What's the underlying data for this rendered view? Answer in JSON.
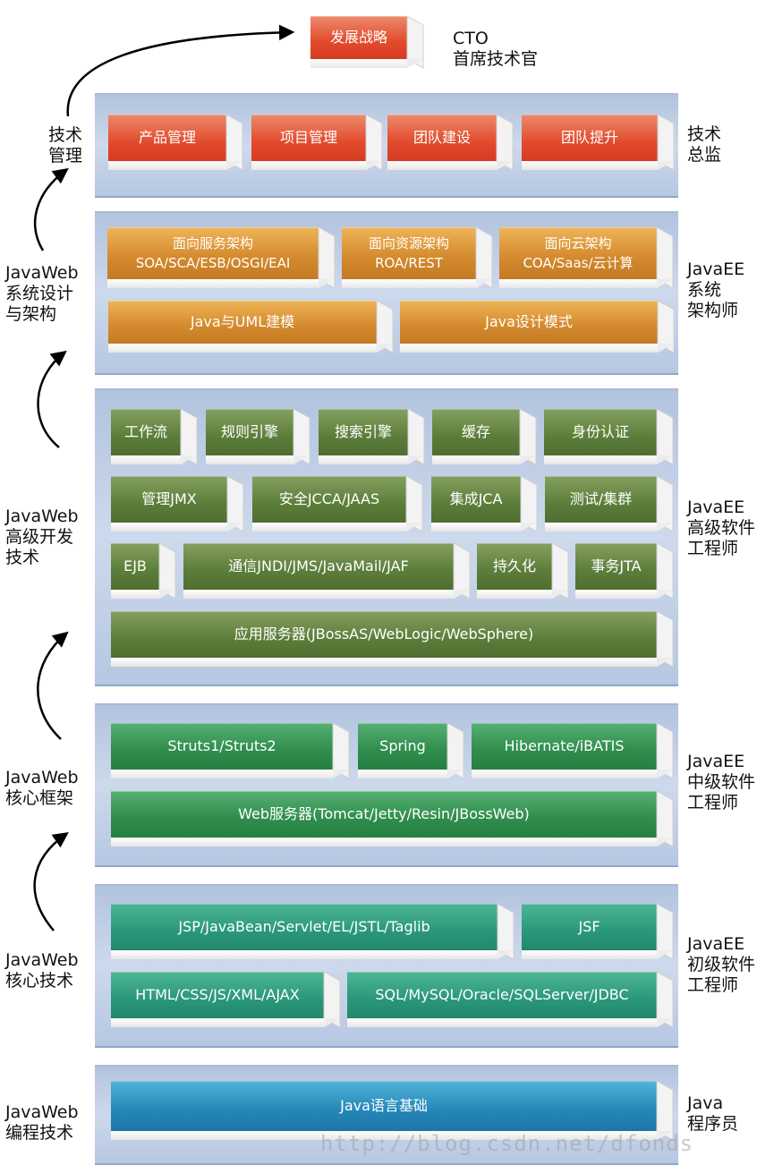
{
  "top": {
    "box": "发展战略",
    "role": [
      "CTO",
      "首席技术官"
    ]
  },
  "layers": [
    {
      "id": "director",
      "left_label": [
        "技术",
        "管理"
      ],
      "right_label": [
        "技术",
        "总监"
      ],
      "boxes": [
        {
          "text": [
            "产品管理"
          ]
        },
        {
          "text": [
            "项目管理"
          ]
        },
        {
          "text": [
            "团队建设"
          ]
        },
        {
          "text": [
            "团队提升"
          ]
        }
      ]
    },
    {
      "id": "architect",
      "left_label": [
        "JavaWeb",
        "系统设计",
        "与架构"
      ],
      "right_label": [
        "JavaEE",
        "系统",
        "架构师"
      ],
      "boxes": [
        {
          "text": [
            "面向服务架构",
            "SOA/SCA/ESB/OSGI/EAI"
          ]
        },
        {
          "text": [
            "面向资源架构",
            "ROA/REST"
          ]
        },
        {
          "text": [
            "面向云架构",
            "COA/Saas/云计算"
          ]
        },
        {
          "text": [
            "Java与UML建模"
          ]
        },
        {
          "text": [
            "Java设计模式"
          ]
        }
      ]
    },
    {
      "id": "senior",
      "left_label": [
        "JavaWeb",
        "高级开发",
        "技术"
      ],
      "right_label": [
        "JavaEE",
        "高级软件",
        "工程师"
      ],
      "boxes": [
        {
          "text": [
            "工作流"
          ]
        },
        {
          "text": [
            "规则引擎"
          ]
        },
        {
          "text": [
            "搜索引擎"
          ]
        },
        {
          "text": [
            "缓存"
          ]
        },
        {
          "text": [
            "身份认证"
          ]
        },
        {
          "text": [
            "管理JMX"
          ]
        },
        {
          "text": [
            "安全JCCA/JAAS"
          ]
        },
        {
          "text": [
            "集成JCA"
          ]
        },
        {
          "text": [
            "测试/集群"
          ]
        },
        {
          "text": [
            "EJB"
          ]
        },
        {
          "text": [
            "通信JNDI/JMS/JavaMail/JAF"
          ]
        },
        {
          "text": [
            "持久化"
          ]
        },
        {
          "text": [
            "事务JTA"
          ]
        },
        {
          "text": [
            "应用服务器(JBossAS/WebLogic/WebSphere)"
          ]
        }
      ]
    },
    {
      "id": "middle",
      "left_label": [
        "JavaWeb",
        "核心框架"
      ],
      "right_label": [
        "JavaEE",
        "中级软件",
        "工程师"
      ],
      "boxes": [
        {
          "text": [
            "Struts1/Struts2"
          ]
        },
        {
          "text": [
            "Spring"
          ]
        },
        {
          "text": [
            "Hibernate/iBATIS"
          ]
        },
        {
          "text": [
            "Web服务器(Tomcat/Jetty/Resin/JBossWeb)"
          ]
        }
      ]
    },
    {
      "id": "junior",
      "left_label": [
        "JavaWeb",
        "核心技术"
      ],
      "right_label": [
        "JavaEE",
        "初级软件",
        "工程师"
      ],
      "boxes": [
        {
          "text": [
            "JSP/JavaBean/Servlet/EL/JSTL/Taglib"
          ]
        },
        {
          "text": [
            "JSF"
          ]
        },
        {
          "text": [
            "HTML/CSS/JS/XML/AJAX"
          ]
        },
        {
          "text": [
            "SQL/MySQL/Oracle/SQLServer/JDBC"
          ]
        }
      ]
    },
    {
      "id": "programmer",
      "left_label": [
        "JavaWeb",
        "编程技术"
      ],
      "right_label": [
        "Java",
        "程序员"
      ],
      "boxes": [
        {
          "text": [
            "Java语言基础"
          ]
        }
      ]
    }
  ],
  "watermark": "http://blog.csdn.net/dfonds",
  "colors": {
    "red": "#e14b2c",
    "orange": "#d3892c",
    "olive": "#5c7d3a",
    "green": "#2f8d4c",
    "teal": "#2a977a",
    "blue": "#2486b8",
    "panel": "#c3d1e8"
  }
}
